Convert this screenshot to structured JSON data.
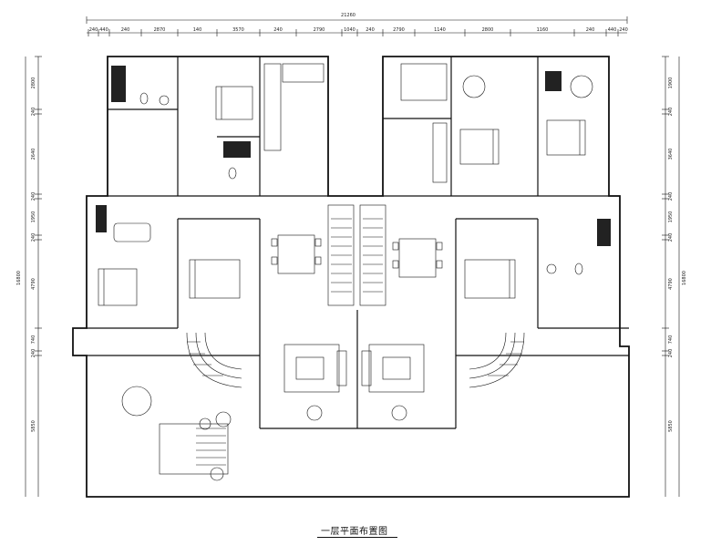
{
  "drawing": {
    "caption": "一层平面布置图",
    "overall_width": "21260",
    "overall_depth": "16800",
    "top_dims": [
      "240",
      "440",
      "240",
      "2870",
      "140",
      "3570",
      "240",
      "2790",
      "1040",
      "240",
      "2790",
      "1140",
      "2800",
      "1160",
      "240",
      "440",
      "240"
    ],
    "left_dims": [
      "2800",
      "240",
      "2640",
      "240",
      "1950",
      "240",
      "4790",
      "740",
      "240",
      "5850"
    ],
    "right_dims": [
      "1900",
      "240",
      "3640",
      "240",
      "1950",
      "240",
      "4790",
      "740",
      "240",
      "5850"
    ]
  }
}
